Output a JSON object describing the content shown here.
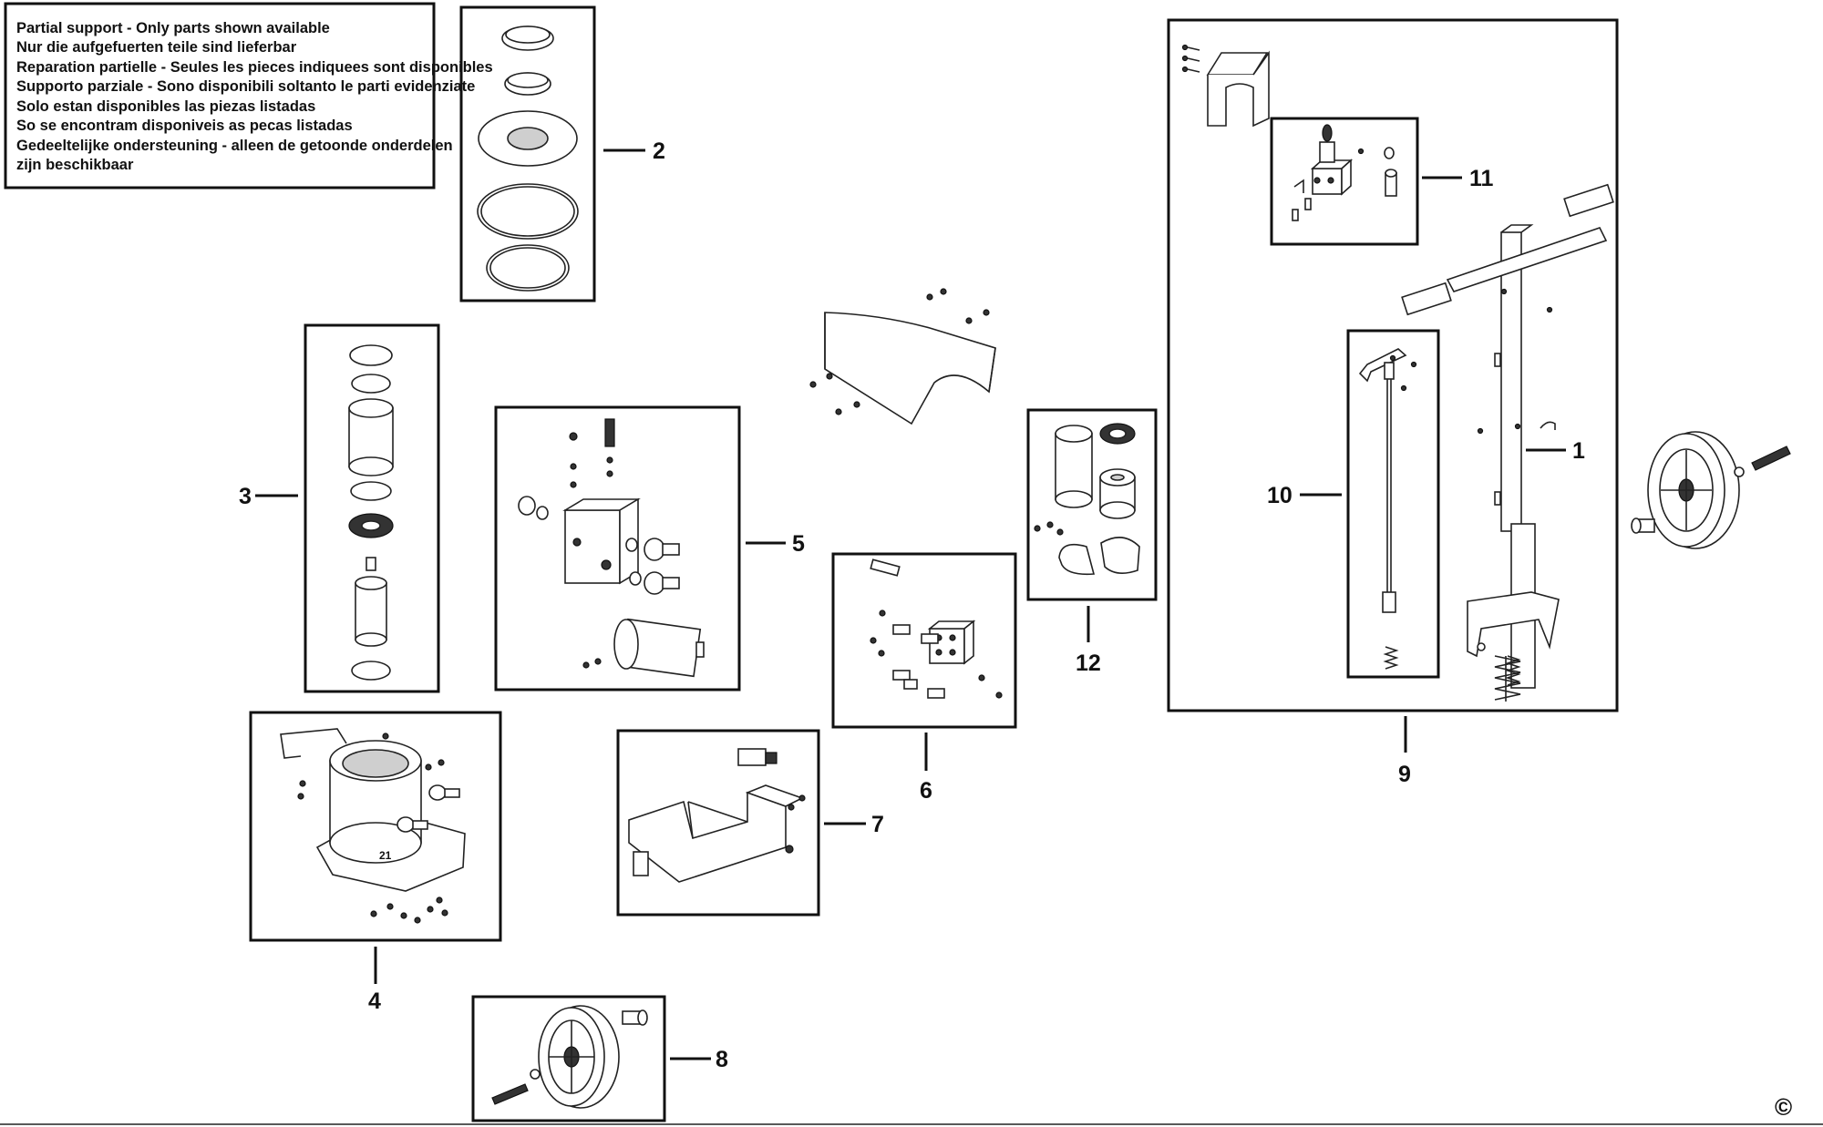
{
  "notice": {
    "lines": [
      "Partial support - Only parts shown available",
      "Nur die aufgefuerten teile sind lieferbar",
      "Reparation partielle - Seules les pieces indiquees sont disponibles",
      "Supporto parziale - Sono disponibili soltanto le parti evidenziate",
      "Solo estan disponibles las piezas listadas",
      "So se encontram disponiveis as pecas listadas",
      "Gedeeltelijke ondersteuning - alleen de getoonde onderdelen",
      "zijn beschikbaar"
    ]
  },
  "callouts": {
    "c1": "1",
    "c2": "2",
    "c3": "3",
    "c4": "4",
    "c5": "5",
    "c6": "6",
    "c7": "7",
    "c8": "8",
    "c9": "9",
    "c10": "10",
    "c11": "11",
    "c12": "12"
  },
  "base_marking": "21",
  "copyright": "©",
  "icons": {
    "seal-kit": "seal-kit-icon",
    "ram-cylinder": "ram-cylinder-icon",
    "base-housing": "base-housing-icon",
    "valve-block": "valve-block-icon",
    "fittings-block": "fittings-block-icon",
    "motor-bracket": "motor-bracket-icon",
    "wheel": "wheel-icon",
    "handle-frame": "handle-frame-icon",
    "control-valve": "control-valve-icon",
    "release-rod": "release-rod-icon",
    "saddle-kit": "saddle-kit-icon",
    "cover": "cover-icon"
  }
}
